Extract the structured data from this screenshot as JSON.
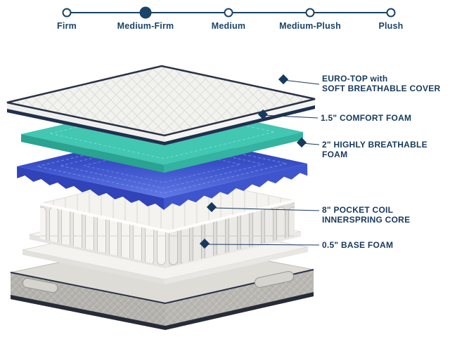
{
  "colors": {
    "navy": "#1a4468",
    "diamond": "#16395f",
    "teal": "#41c7b2",
    "teal_dark": "#2aa391",
    "teal_mid": "#33b3a0",
    "blue_dark": "#3043b8",
    "blue_mid": "#3f55cd",
    "base_gray": "#b4b2ad"
  },
  "firmness_scale": {
    "options": [
      {
        "label": "Firm",
        "selected": false
      },
      {
        "label": "Medium-Firm",
        "selected": true
      },
      {
        "label": "Medium",
        "selected": false
      },
      {
        "label": "Medium-Plush",
        "selected": false
      },
      {
        "label": "Plush",
        "selected": false
      }
    ]
  },
  "callouts": [
    {
      "line1": "EURO-TOP with",
      "line2": "SOFT BREATHABLE COVER"
    },
    {
      "line1": "1.5\" COMFORT FOAM"
    },
    {
      "line1": "2\" HIGHLY BREATHABLE",
      "line2": "FOAM"
    },
    {
      "line1": "8\" POCKET COIL",
      "line2": "INNERSPRING CORE"
    },
    {
      "line1": "0.5\" BASE FOAM"
    }
  ]
}
